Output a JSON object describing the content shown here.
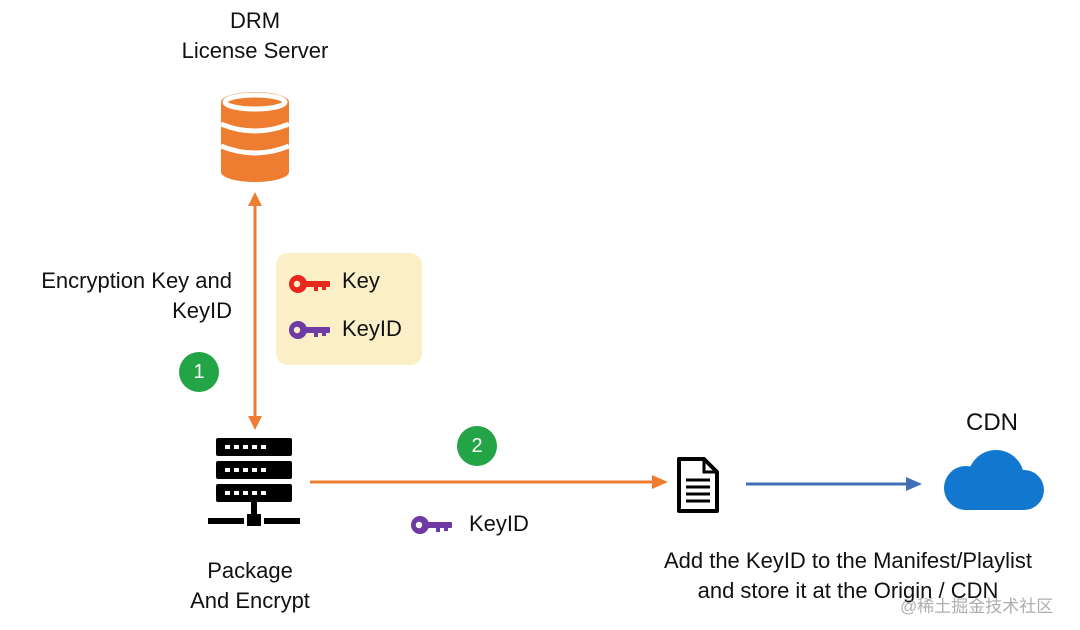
{
  "drm_server": {
    "title_line1": "DRM",
    "title_line2": "License Server"
  },
  "encryption": {
    "label_line1": "Encryption Key and",
    "label_line2": "KeyID"
  },
  "legend": {
    "key_label": "Key",
    "keyid_label": "KeyID",
    "key_icon": "key-icon",
    "keyid_icon": "key-icon"
  },
  "steps": {
    "step1": "1",
    "step2": "2"
  },
  "packager": {
    "label_line1": "Package",
    "label_line2": "And Encrypt"
  },
  "transfer": {
    "keyid_label": "KeyID"
  },
  "manifest": {
    "caption_line1": "Add the KeyID to the Manifest/Playlist",
    "caption_line2": "and store it at the Origin / CDN"
  },
  "cdn": {
    "title": "CDN"
  },
  "watermark": {
    "text": "@稀土掘金技术社区"
  },
  "colors": {
    "orange": "#ee7d31",
    "green": "#22a447",
    "red_key": "#e8271d",
    "purple_key": "#6f3aa3",
    "blue_arrow": "#3f6fb6",
    "cdn_blue": "#1177cf",
    "legend_bg": "#fbefc8"
  }
}
